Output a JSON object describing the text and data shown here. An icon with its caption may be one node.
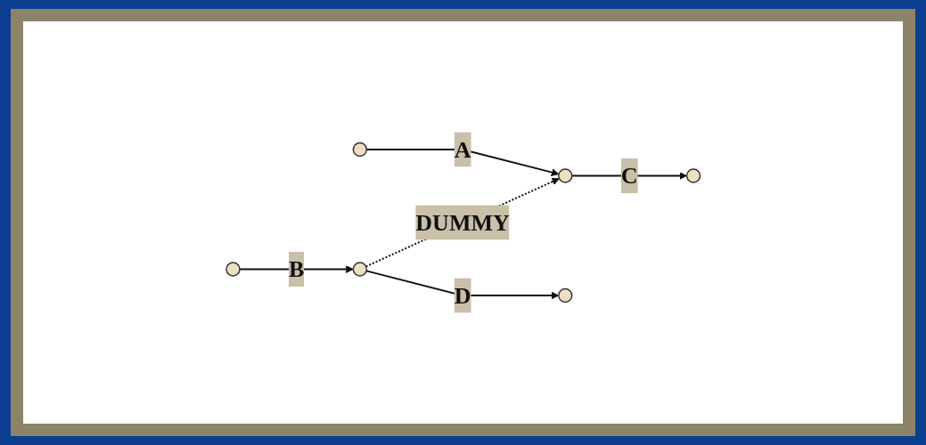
{
  "diagram": {
    "nodes": [
      {
        "text": [],
        "shape": "circle"
      },
      {
        "text": [],
        "shape": "circle"
      },
      {
        "text": [],
        "shape": "circle"
      },
      {
        "text": [],
        "shape": "circle"
      },
      {
        "text": [],
        "shape": "circle"
      },
      {
        "text": [],
        "shape": "circle"
      }
    ],
    "edges": [
      {
        "from": 0,
        "to": 1,
        "arrow": "to",
        "label": "A"
      },
      {
        "from": 1,
        "to": 2,
        "arrow": "to",
        "label": "C"
      },
      {
        "from": 4,
        "to": 1,
        "arrow": "to",
        "label": "DUMMY",
        "style": "dashed"
      },
      {
        "from": 3,
        "to": 4,
        "arrow": "to",
        "label": "B"
      },
      {
        "from": 4,
        "to": 5,
        "arrow": "to",
        "label": "D"
      }
    ]
  }
}
